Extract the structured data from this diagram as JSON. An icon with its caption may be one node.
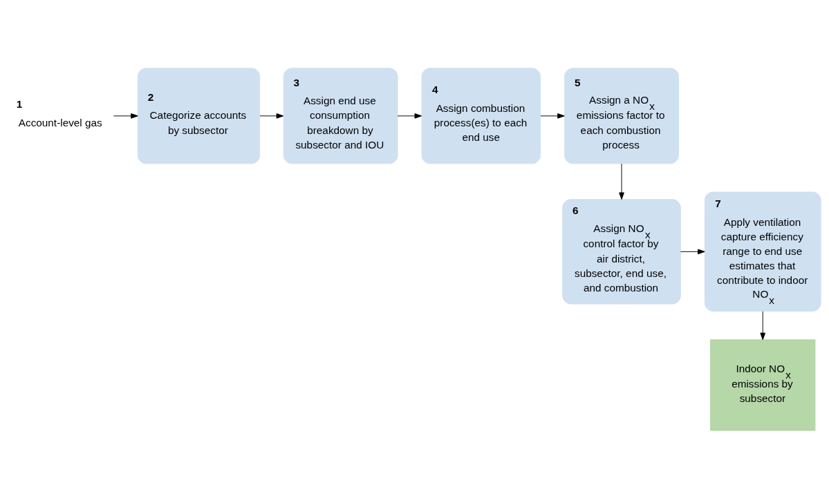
{
  "diagram": {
    "nodes": [
      {
        "text": [
          "1",
          "Account-level gas"
        ]
      },
      {
        "text": [
          "2",
          "Categorize accounts by subsector"
        ]
      },
      {
        "text": [
          "3",
          "Assign end use consumption breakdown by subsector and IOU"
        ]
      },
      {
        "text": [
          "4",
          "Assign combustion process(es) to each end use"
        ]
      },
      {
        "text": [
          "5",
          "Assign a NO$_{x}$ emissions factor to each combustion process"
        ]
      },
      {
        "text": [
          "6",
          "Assign NO$_{x}$ control factor by air district, subsector, end use, and combustion"
        ]
      },
      {
        "text": [
          "7",
          "Apply ventilation capture efficiency range to end use estimates that contribute to indoor NO$_{x}$"
        ]
      },
      {
        "text": [
          "Indoor NO$_{x}$ emissions by subsector"
        ]
      }
    ],
    "edges": [
      {
        "from": 0,
        "to": 1,
        "arrow": "to"
      },
      {
        "from": 1,
        "to": 2,
        "arrow": "to"
      },
      {
        "from": 2,
        "to": 3,
        "arrow": "to"
      },
      {
        "from": 3,
        "to": 4,
        "arrow": "to"
      },
      {
        "from": 4,
        "to": 5,
        "arrow": "to"
      },
      {
        "from": 5,
        "to": 6,
        "arrow": "to"
      },
      {
        "from": 6,
        "to": 7,
        "arrow": "to"
      }
    ]
  }
}
